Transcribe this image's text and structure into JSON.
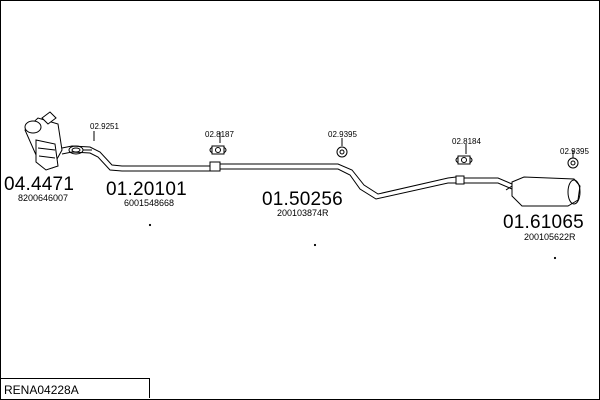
{
  "reference": "RENA04228A",
  "parts": [
    {
      "number": "04.4471",
      "oe": "8200646007"
    },
    {
      "number": "01.20101",
      "oe": "6001548668"
    },
    {
      "number": "01.50256",
      "oe": "200103874R"
    },
    {
      "number": "01.61065",
      "oe": "200105622R"
    }
  ],
  "fittings": [
    "02.9251",
    "02.8187",
    "02.9395",
    "02.8184",
    "02.9395"
  ]
}
